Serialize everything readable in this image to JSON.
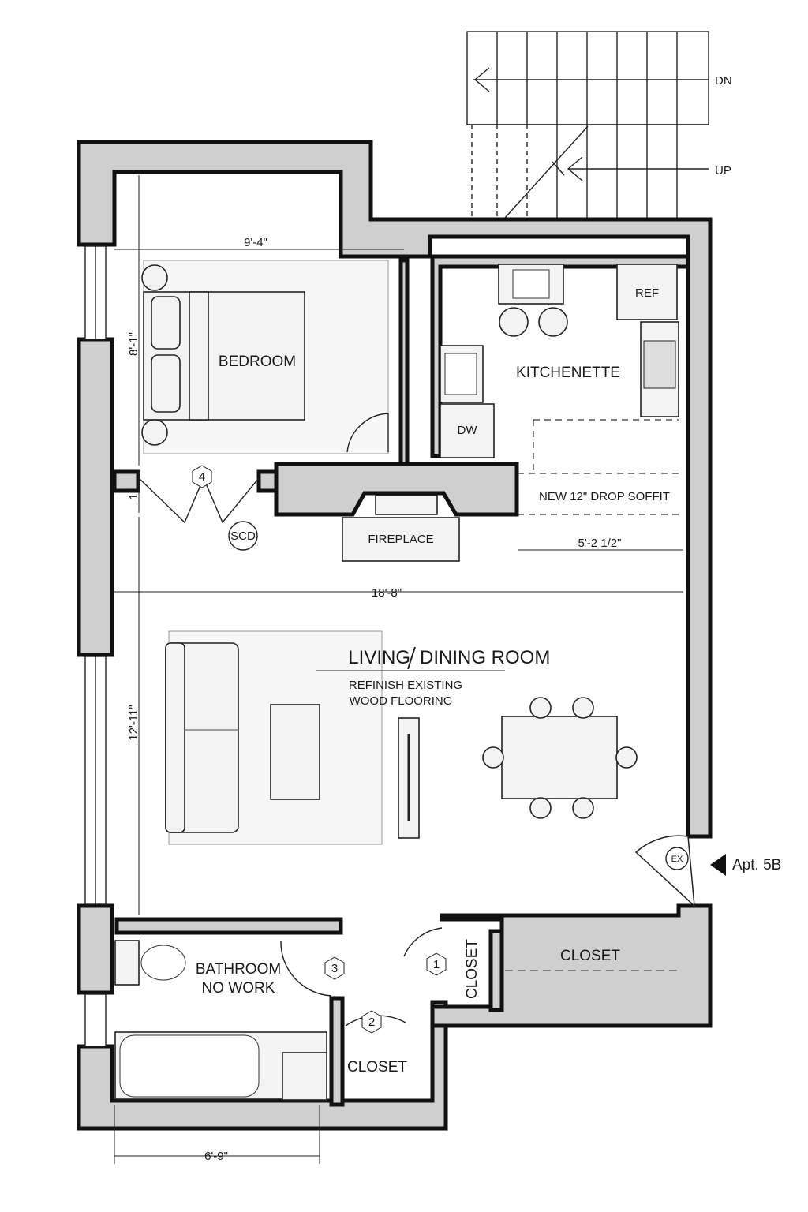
{
  "rooms": {
    "bedroom": "BEDROOM",
    "kitchenette": "KITCHENETTE",
    "living": "LIVING",
    "dining": "DINING ROOM",
    "bathroom": "BATHROOM",
    "bathroom_note": "NO WORK",
    "closet_a": "CLOSET",
    "closet_b": "CLOSET",
    "closet_c": "CLOSET",
    "fireplace": "FIREPLACE"
  },
  "notes": {
    "floor_1": "REFINISH EXISTING",
    "floor_2": "WOOD FLOORING",
    "soffit": "NEW 12\" DROP SOFFIT",
    "ref": "REF",
    "dw": "DW",
    "scd": "SCD",
    "ex": "EX",
    "apt": "Apt. 5B",
    "stair_dn": "DN",
    "stair_up": "UP"
  },
  "tags": {
    "t1": "1",
    "t2": "2",
    "t3": "3",
    "t4": "4"
  },
  "dimensions": {
    "bedroom_w": "9'-4\"",
    "bedroom_h": "8'-1\"",
    "one_ft": "1'",
    "soffit_w": "5'-2 1/2\"",
    "living_w": "18'-8\"",
    "living_h": "12'-11\"",
    "bath_w": "6'-9\""
  }
}
